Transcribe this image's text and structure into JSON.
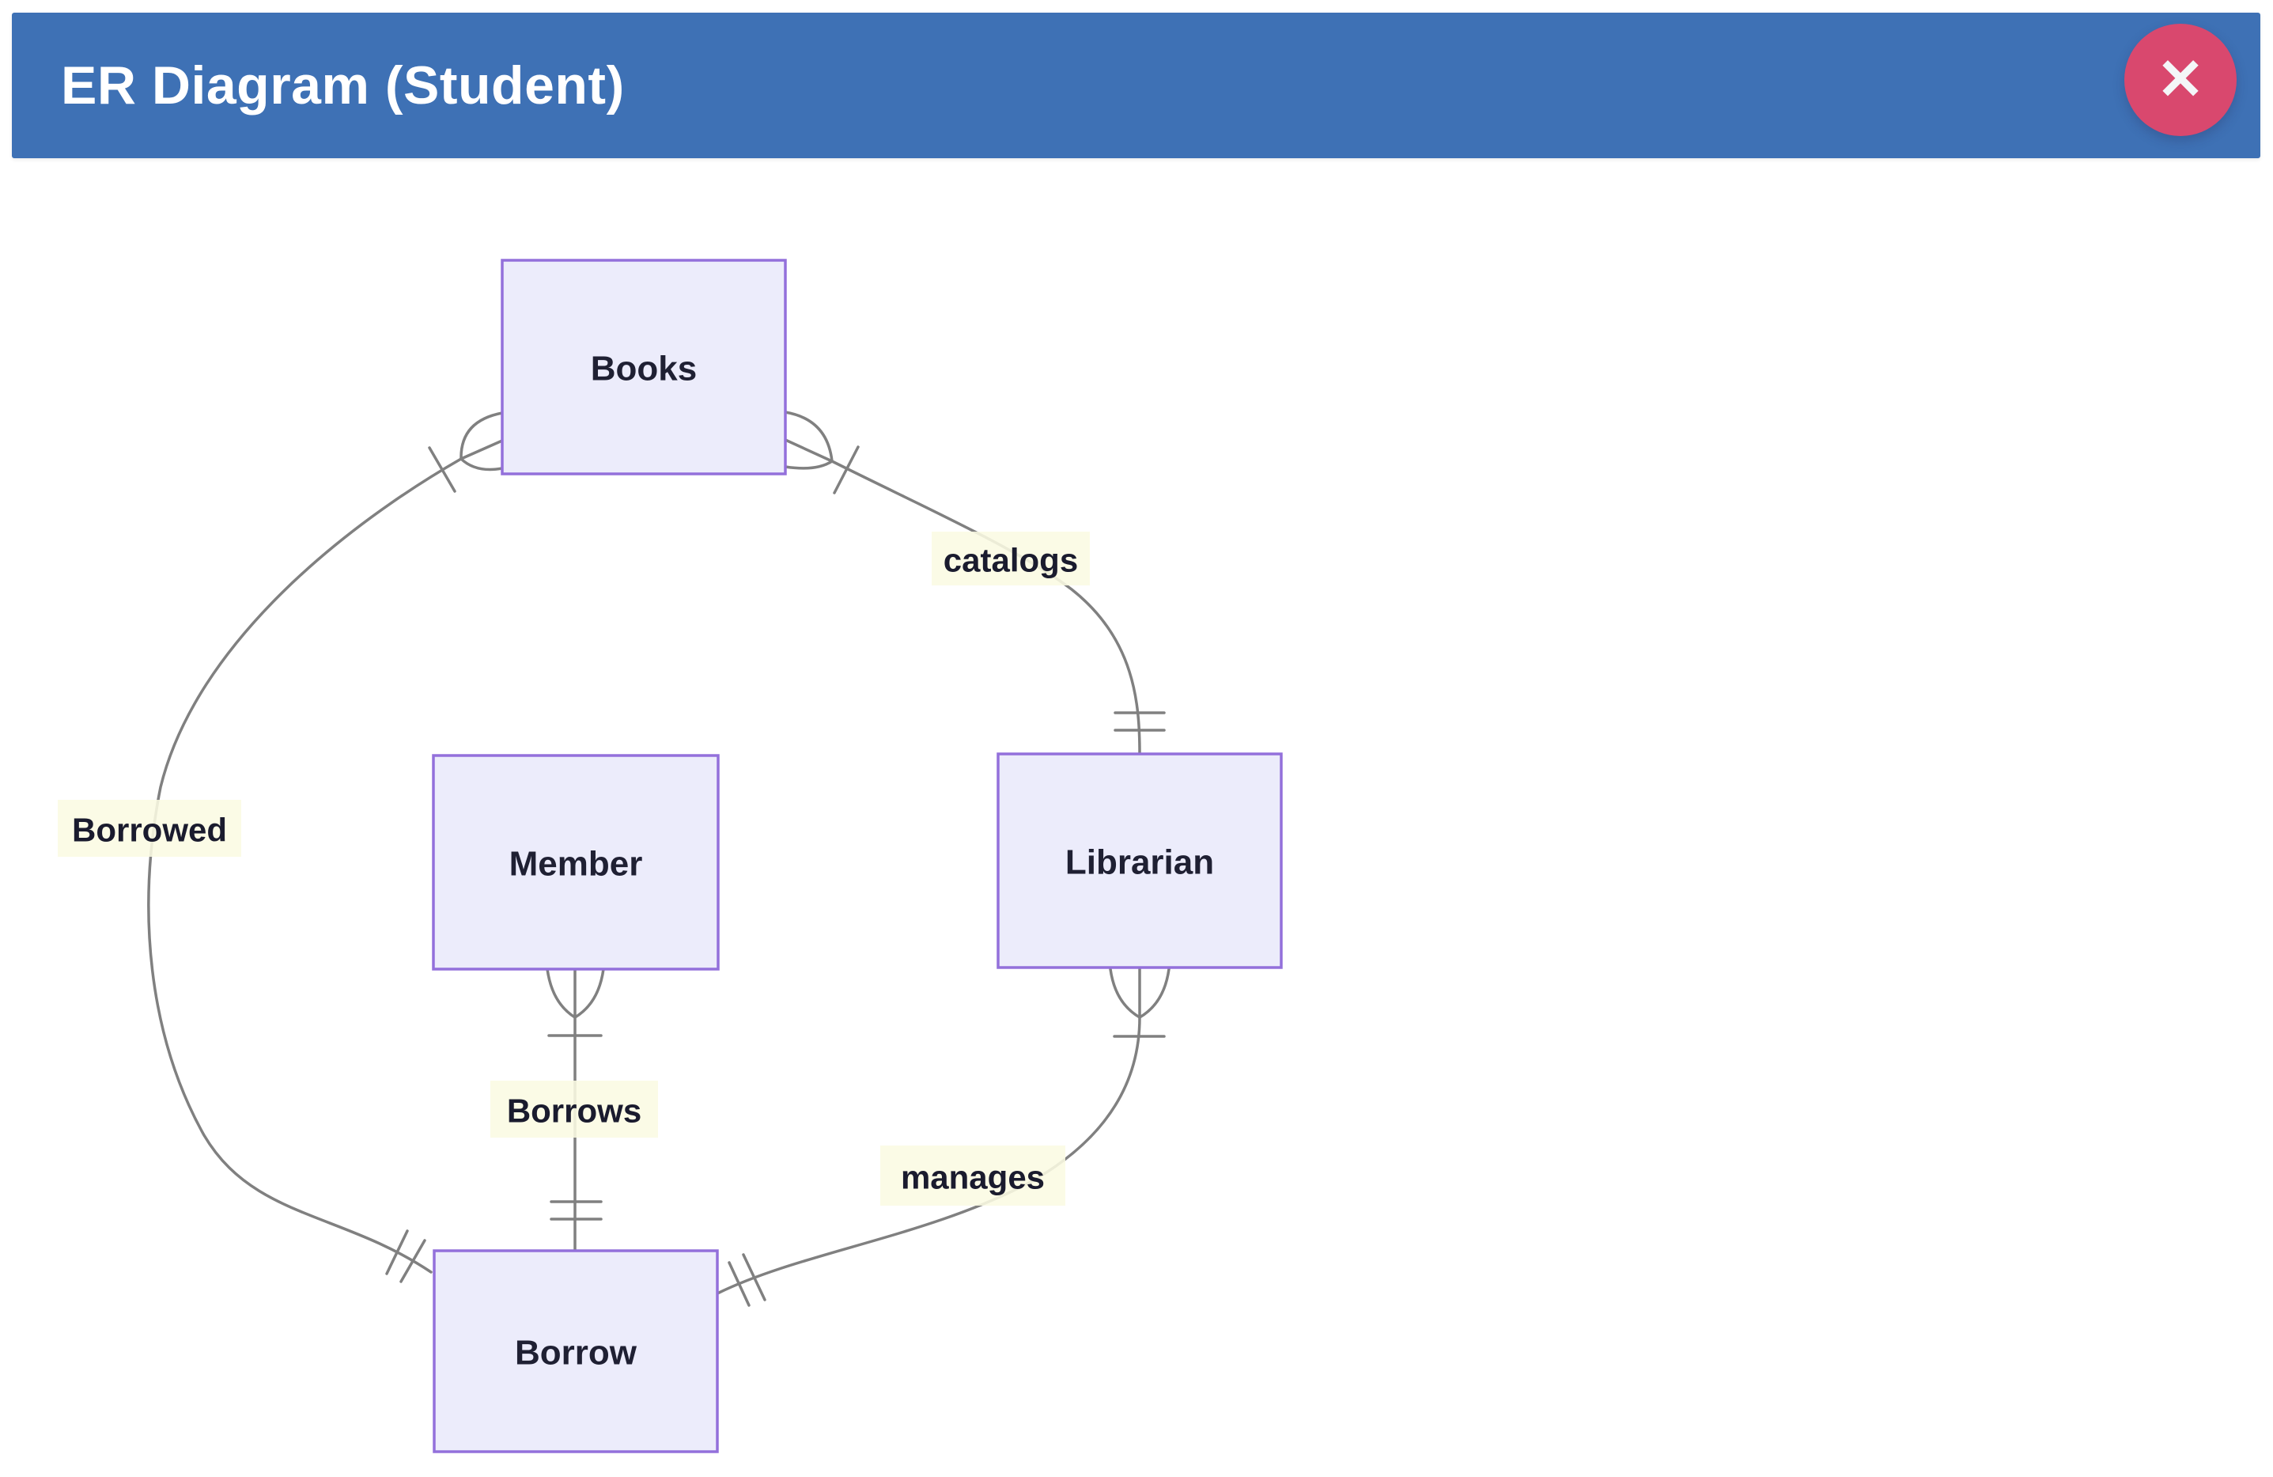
{
  "header": {
    "title": "ER Diagram (Student)",
    "close_icon": "✕",
    "colors": {
      "bar_bg": "#3e71b5",
      "title_text": "#ffffff",
      "close_bg": "#d9486e"
    }
  },
  "diagram": {
    "entities": [
      {
        "name": "Books"
      },
      {
        "name": "Member"
      },
      {
        "name": "Librarian"
      },
      {
        "name": "Borrow"
      }
    ],
    "relationships": [
      {
        "label": "Borrowed",
        "from": "Books",
        "to": "Borrow",
        "from_cardinality": "one-or-many",
        "to_cardinality": "exactly-one"
      },
      {
        "label": "catalogs",
        "from": "Books",
        "to": "Librarian",
        "from_cardinality": "one-or-many",
        "to_cardinality": "exactly-one"
      },
      {
        "label": "Borrows",
        "from": "Member",
        "to": "Borrow",
        "from_cardinality": "one-or-many",
        "to_cardinality": "exactly-one"
      },
      {
        "label": "manages",
        "from": "Librarian",
        "to": "Borrow",
        "from_cardinality": "one-or-many",
        "to_cardinality": "exactly-one"
      }
    ],
    "colors": {
      "entity_fill": "#ECECFB",
      "entity_border": "#9370DB",
      "relationship_line": "#808080",
      "label_bg": "#fbfbe2",
      "label_text": "#1a1b2e"
    }
  }
}
